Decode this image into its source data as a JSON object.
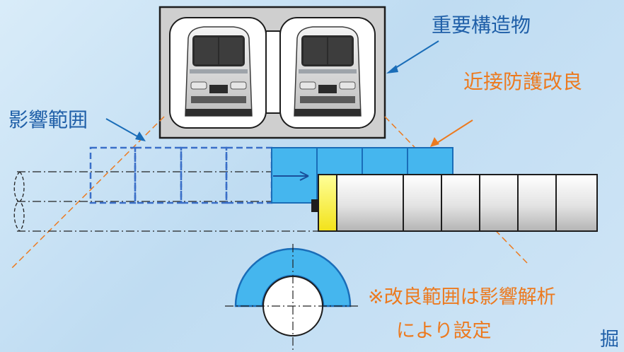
{
  "labels": {
    "important_structure": "重要構造物",
    "influence_range": "影響範囲",
    "proximity_protection": "近接防護改良",
    "note_line1": "※改良範囲は影響解析",
    "note_line2": "により設定",
    "partial_text": "掘"
  },
  "colors": {
    "blue_text": "#1f5fa8",
    "orange_text": "#ec7a1f",
    "improvement_fill": "#45b6ee",
    "improvement_stroke": "#1a6db8",
    "dashed_blue": "#3a6fc8",
    "shield_yellow": "#ffee3a"
  },
  "icons": {
    "train_front": "train-front-icon"
  }
}
